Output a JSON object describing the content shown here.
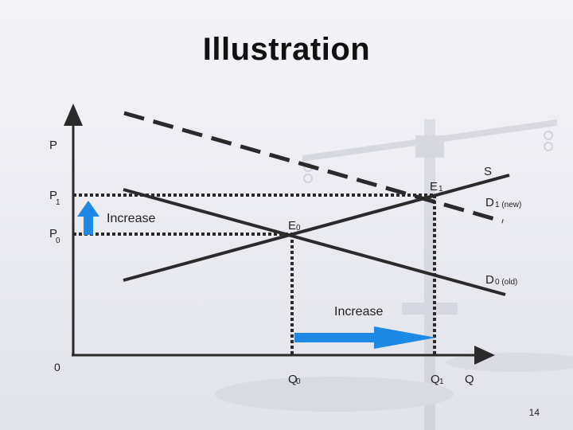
{
  "title": "Illustration",
  "page_number": "14",
  "labels": {
    "y_axis": "P",
    "x_axis": "Q",
    "origin": "0",
    "p1": "P",
    "p1_sub": "1",
    "p0": "P",
    "p0_sub": "0",
    "q0": "Q",
    "q0_sub": "0",
    "q1": "Q",
    "q1_sub": "1",
    "e0": "E",
    "e0_sub": "0",
    "e1": "E",
    "e1_sub": "1",
    "supply": "S",
    "d1": "D",
    "d1_sub": "1 (new)",
    "d0": "D",
    "d0_sub": "0 (old)",
    "price_increase": "Increase",
    "quantity_increase": "Increase"
  },
  "colors": {
    "line": "#2a2a2a",
    "arrow": "#1e88e5",
    "axis": "#2a2a2a"
  }
}
